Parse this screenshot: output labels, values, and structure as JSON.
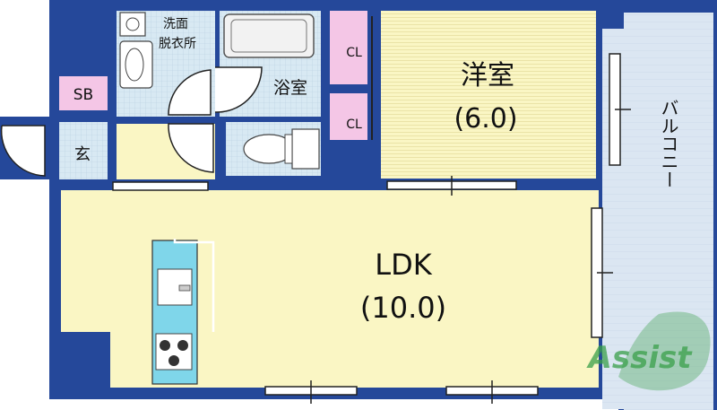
{
  "rooms": {
    "western": {
      "name": "洋室",
      "size": "(6.0)"
    },
    "ldk": {
      "name": "LDK",
      "size": "(10.0)"
    },
    "bath": {
      "name": "浴室"
    },
    "washroom": {
      "line1": "洗面",
      "line2": "脱衣所"
    },
    "closet_top": {
      "name": "CL"
    },
    "closet_bottom": {
      "name": "CL"
    },
    "shoe_box": {
      "name": "SB"
    },
    "entrance": {
      "name": "玄"
    },
    "balcony": {
      "name": "バルコニー"
    }
  },
  "watermark": {
    "text": "Assist"
  },
  "colors": {
    "wall": "#25489a",
    "western_floor": "#faf6c4",
    "ldk_floor": "#faf6c4",
    "wet_area": "#d8e9f3",
    "closet": "#f4c6e6",
    "balcony": "#dbe6f2",
    "kitchen": "#7fd6ea",
    "watermark": "#3aa04a"
  }
}
